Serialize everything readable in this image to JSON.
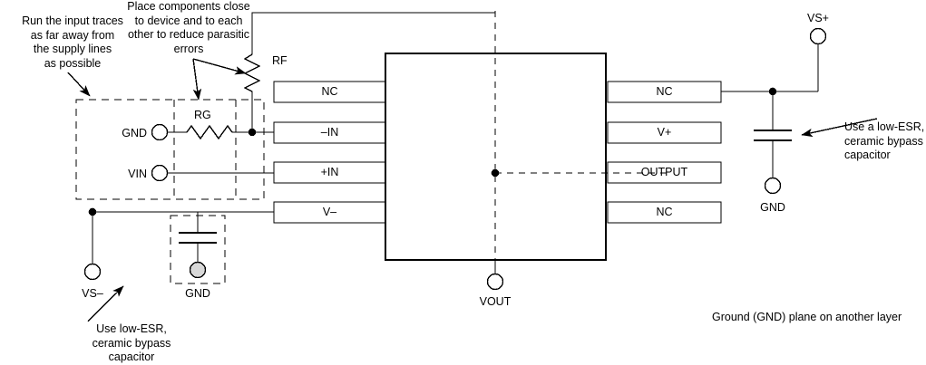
{
  "diagram": {
    "title": "Operational amplifier PCB layout recommendation schematic",
    "ink_color": "#000000",
    "background": "#ffffff"
  },
  "notes": [
    {
      "id": "note-input-traces",
      "lines": [
        "Run the input traces",
        "as far away from",
        "the supply lines",
        "as possible"
      ]
    },
    {
      "id": "note-place-components",
      "lines": [
        "Place components close",
        "to device and to each",
        "other to reduce parasitic",
        "errors"
      ]
    },
    {
      "id": "note-bypass-right",
      "lines": [
        "Use a low-ESR,",
        "ceramic bypass",
        "capacitor"
      ]
    },
    {
      "id": "note-bypass-left",
      "lines": [
        "Use low-ESR,",
        "ceramic bypass",
        "capacitor"
      ]
    },
    {
      "id": "note-ground-plane",
      "lines": [
        "Ground (GND) plane on another layer"
      ]
    }
  ],
  "components": {
    "feedback_resistor_label": "RF",
    "gain_resistor_label": "RG"
  },
  "pins_left": [
    {
      "label": "NC"
    },
    {
      "label": "–IN"
    },
    {
      "label": "+IN"
    },
    {
      "label": "V–"
    }
  ],
  "pins_right": [
    {
      "label": "NC"
    },
    {
      "label": "V+"
    },
    {
      "label": "OUTPUT"
    },
    {
      "label": "NC"
    }
  ],
  "terminals": [
    {
      "id": "terminal-gnd-input",
      "label": "GND"
    },
    {
      "id": "terminal-vin",
      "label": "VIN"
    },
    {
      "id": "terminal-vs-plus",
      "label": "VS+"
    },
    {
      "id": "terminal-gnd-right",
      "label": "GND"
    },
    {
      "id": "terminal-vs-minus",
      "label": "VS–"
    },
    {
      "id": "terminal-gnd-bottom",
      "label": "GND"
    },
    {
      "id": "terminal-vout",
      "label": "VOUT"
    }
  ]
}
